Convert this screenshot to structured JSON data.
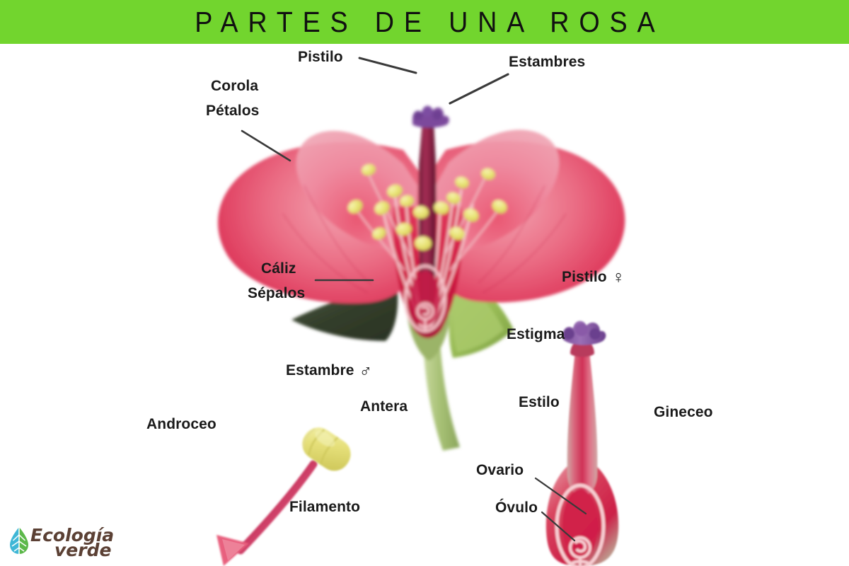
{
  "title": {
    "text": "PARTES DE UNA ROSA",
    "banner_color": "#72d52e",
    "text_color": "#111111"
  },
  "diagram": {
    "subject": "rosa",
    "background_color": "#ffffff",
    "labels": {
      "pistilo_top": "Pistilo",
      "estambres": "Estambres",
      "corola": "Corola",
      "petalos": "Pétalos",
      "caliz": "Cáliz",
      "sepalos": "Sépalos",
      "estambre": "Estambre",
      "estambre_symbol": "♂",
      "antera": "Antera",
      "androceo": "Androceo",
      "filamento": "Filamento",
      "pistilo_right": "Pistilo",
      "pistilo_symbol": "♀",
      "estigma": "Estigma",
      "estilo": "Estilo",
      "gineceo": "Gineceo",
      "ovario": "Ovario",
      "ovulo": "Óvulo"
    },
    "colors": {
      "petal_light": "#ef8496",
      "petal_mid": "#e8566f",
      "petal_deep": "#d61f45",
      "anther_yellow": "#e9e26a",
      "filament_pale": "#f3c3c8",
      "pistil_dark": "#8c2040",
      "stigma_purple": "#7b4a9c",
      "sepal_dark_green": "#3b4a32",
      "sepal_light_green": "#9dbd5e",
      "stem_green": "#bcd08a",
      "leader_line": "#3a3a3a",
      "filament_crimson": "#c42a56",
      "arrow_pink": "#e8607e"
    }
  },
  "logo": {
    "line1": "Ecología",
    "line2": "verde",
    "word_color": "#5b4034",
    "leaf_blue": "#3fb7d6",
    "leaf_green": "#5cb84a"
  }
}
